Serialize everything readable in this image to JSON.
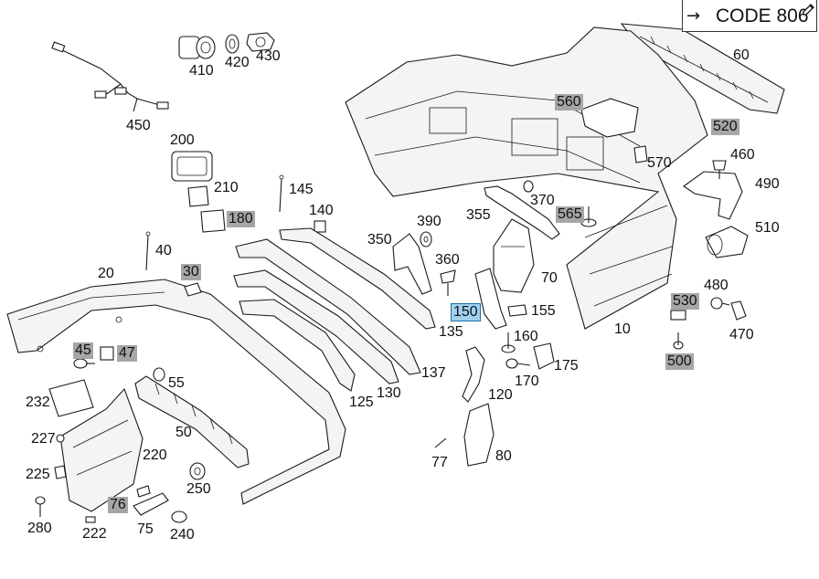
{
  "header": {
    "code_label": "CODE 806",
    "arrow_icon": "arrow-right-icon",
    "edit_icon": "pencil-icon"
  },
  "colors": {
    "shaded_label_bg": "#a6a6a6",
    "selected_label_bg": "#9fd1ef",
    "line": "#1a1a1a"
  },
  "parts": {
    "p410": "410",
    "p420": "420",
    "p430": "430",
    "p450": "450",
    "p60": "60",
    "p560": "560",
    "p520": "520",
    "p200": "200",
    "p460": "460",
    "p570": "570",
    "p210": "210",
    "p145": "145",
    "p180": "180",
    "p370": "370",
    "p490": "490",
    "p140": "140",
    "p390": "390",
    "p355": "355",
    "p565": "565",
    "p510": "510",
    "p350": "350",
    "p40": "40",
    "p360": "360",
    "p20": "20",
    "p30": "30",
    "p70": "70",
    "p480": "480",
    "p530": "530",
    "p150": "150",
    "p155": "155",
    "p135": "135",
    "p10": "10",
    "p470": "470",
    "p45": "45",
    "p47": "47",
    "p160": "160",
    "p500": "500",
    "p175": "175",
    "p55": "55",
    "p137": "137",
    "p170": "170",
    "p232": "232",
    "p130": "130",
    "p125": "125",
    "p120": "120",
    "p227": "227",
    "p50": "50",
    "p220": "220",
    "p80": "80",
    "p225": "225",
    "p77": "77",
    "p250": "250",
    "p76": "76",
    "p280": "280",
    "p75": "75",
    "p222": "222",
    "p240": "240"
  },
  "selected_part": "150",
  "shaded_parts": [
    "560",
    "520",
    "180",
    "565",
    "30",
    "530",
    "45",
    "47",
    "500",
    "76"
  ]
}
